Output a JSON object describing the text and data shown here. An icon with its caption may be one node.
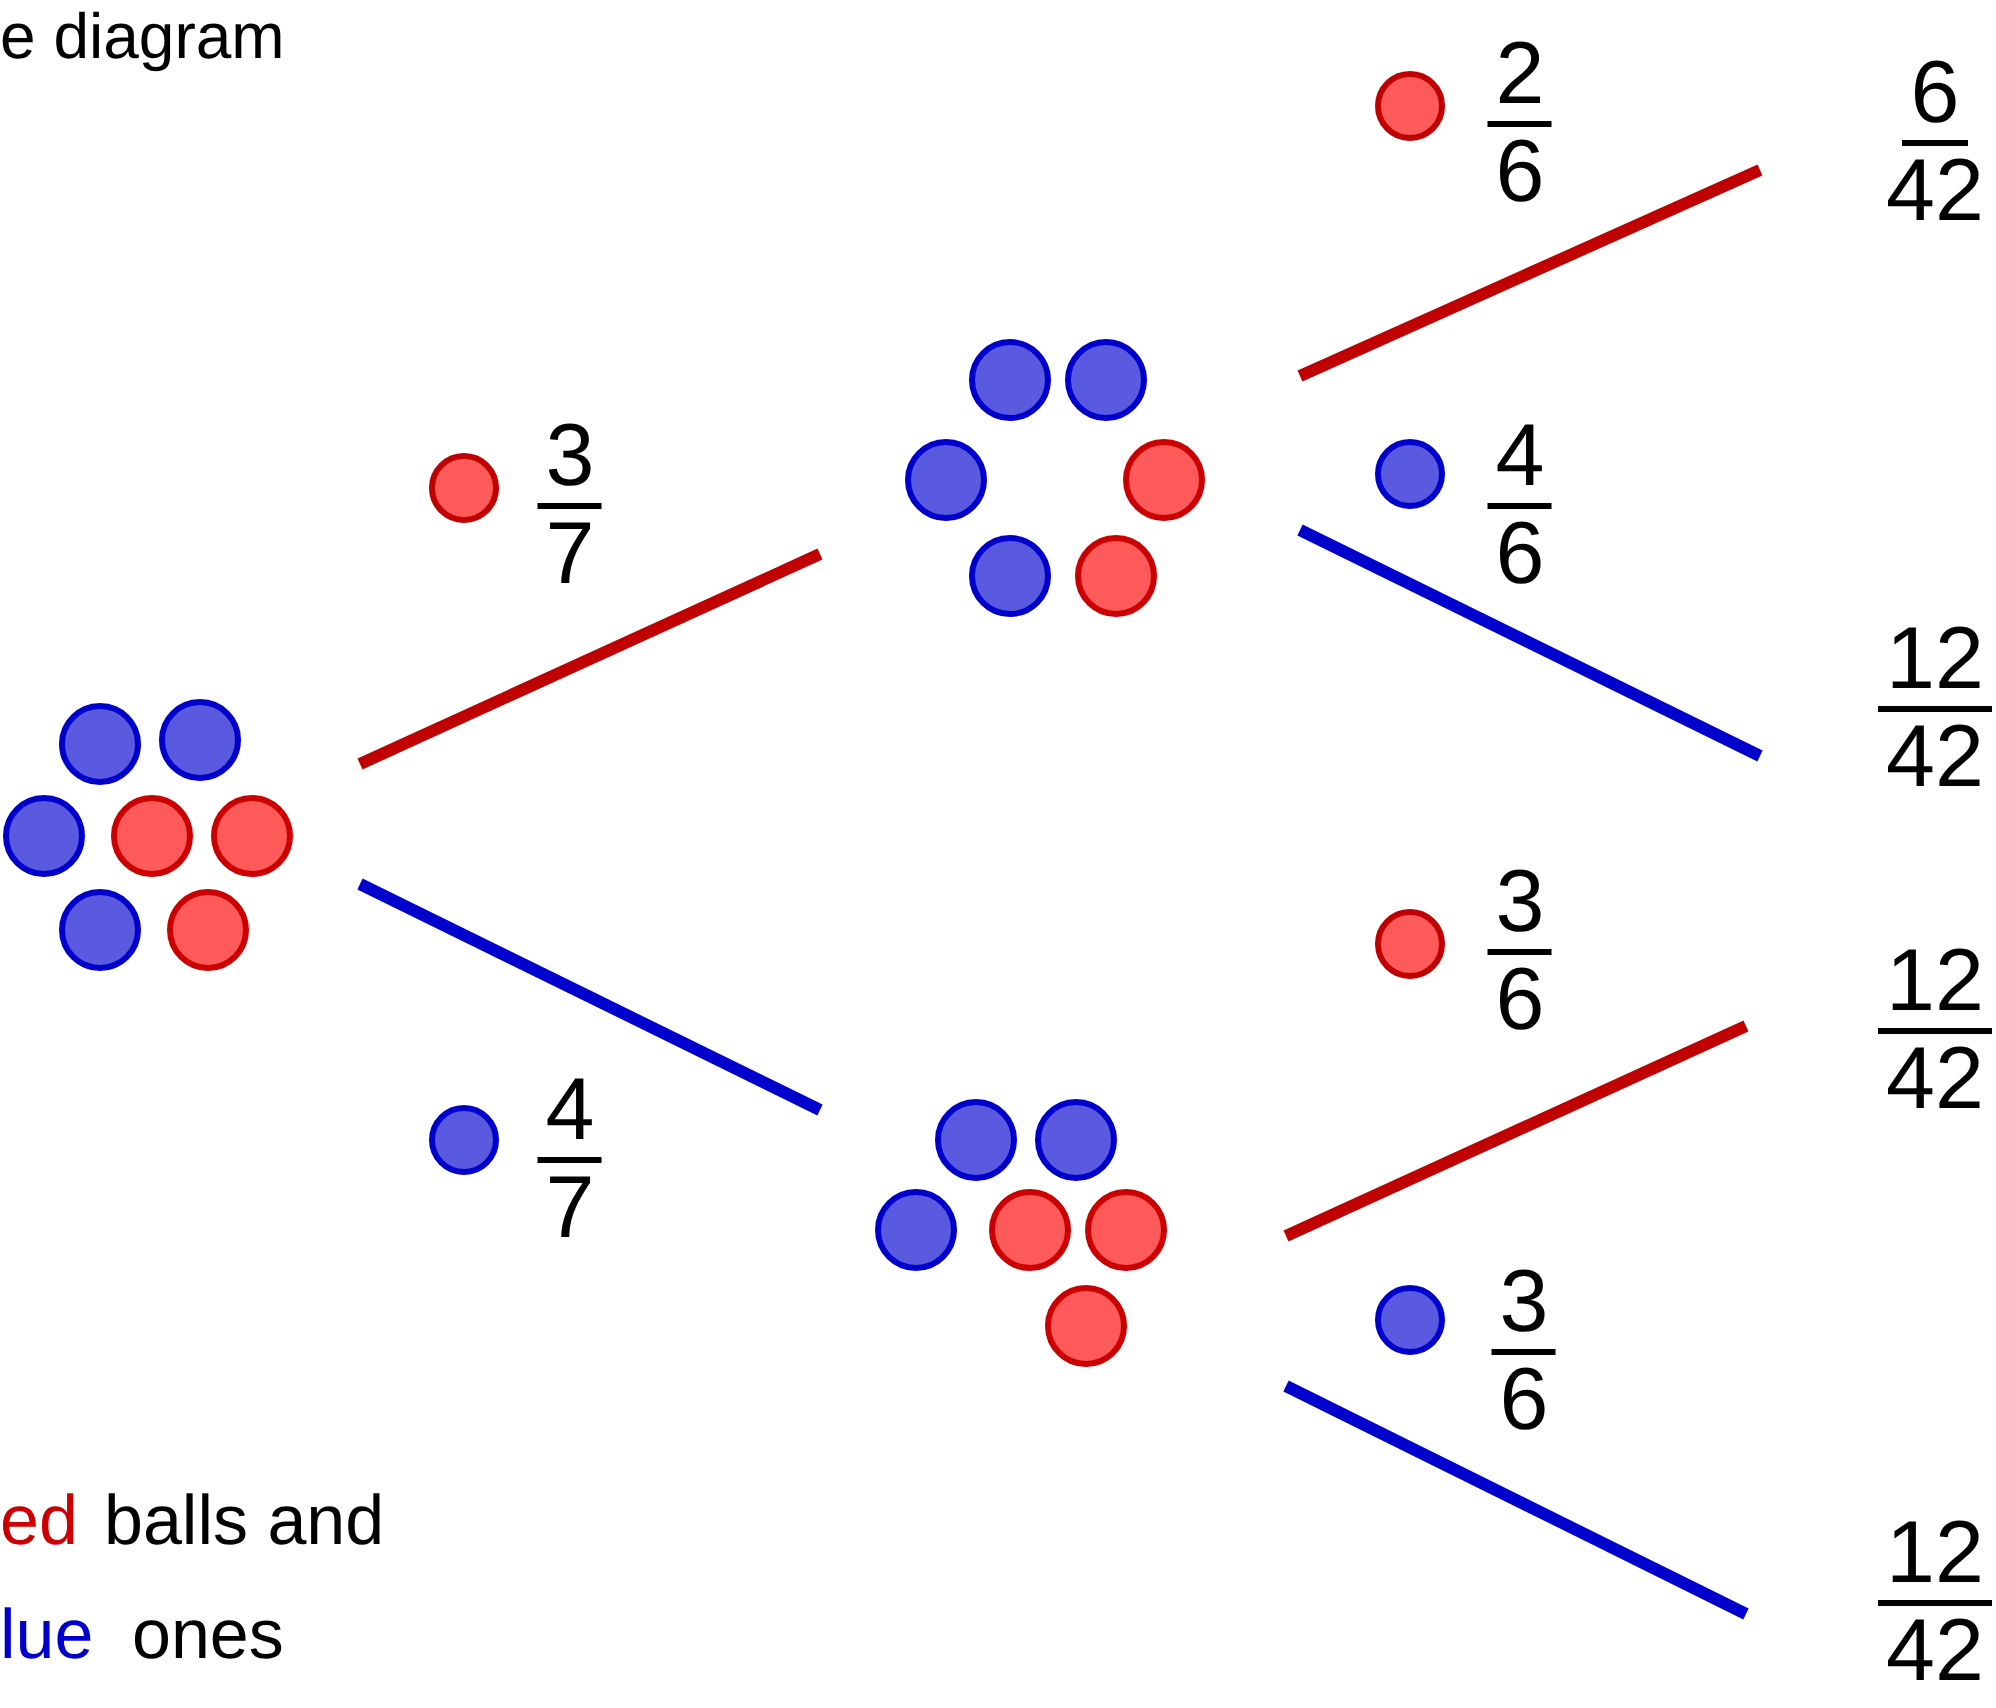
{
  "diagram": {
    "title": "e diagram",
    "nodes": [
      {
        "text": [],
        "shape": "picture"
      },
      {
        "text": [],
        "shape": "picture"
      },
      {
        "text": [],
        "shape": "picture"
      },
      {
        "text": [
          "6",
          "42"
        ]
      },
      {
        "text": [
          "12",
          "42"
        ]
      },
      {
        "text": [
          "12",
          "42"
        ]
      },
      {
        "text": [
          "12",
          "42"
        ]
      }
    ],
    "edges": [
      {
        "from": 0,
        "to": 1,
        "arrow": "none",
        "color": "#c00000"
      },
      {
        "from": 0,
        "to": 2,
        "arrow": "none",
        "color": "#0000cc"
      },
      {
        "from": 1,
        "to": 3,
        "arrow": "none",
        "color": "#c00000"
      },
      {
        "from": 1,
        "to": 4,
        "arrow": "none",
        "color": "#0000cc"
      },
      {
        "from": 2,
        "to": 5,
        "arrow": "none",
        "color": "#c00000"
      },
      {
        "from": 2,
        "to": 6,
        "arrow": "none",
        "color": "#0000cc"
      }
    ],
    "labels": [
      "3",
      "7",
      "4",
      "7",
      "2",
      "6",
      "4",
      "6",
      "3",
      "6",
      "3",
      "6",
      "ed",
      "balls and",
      "lue",
      "ones"
    ]
  }
}
